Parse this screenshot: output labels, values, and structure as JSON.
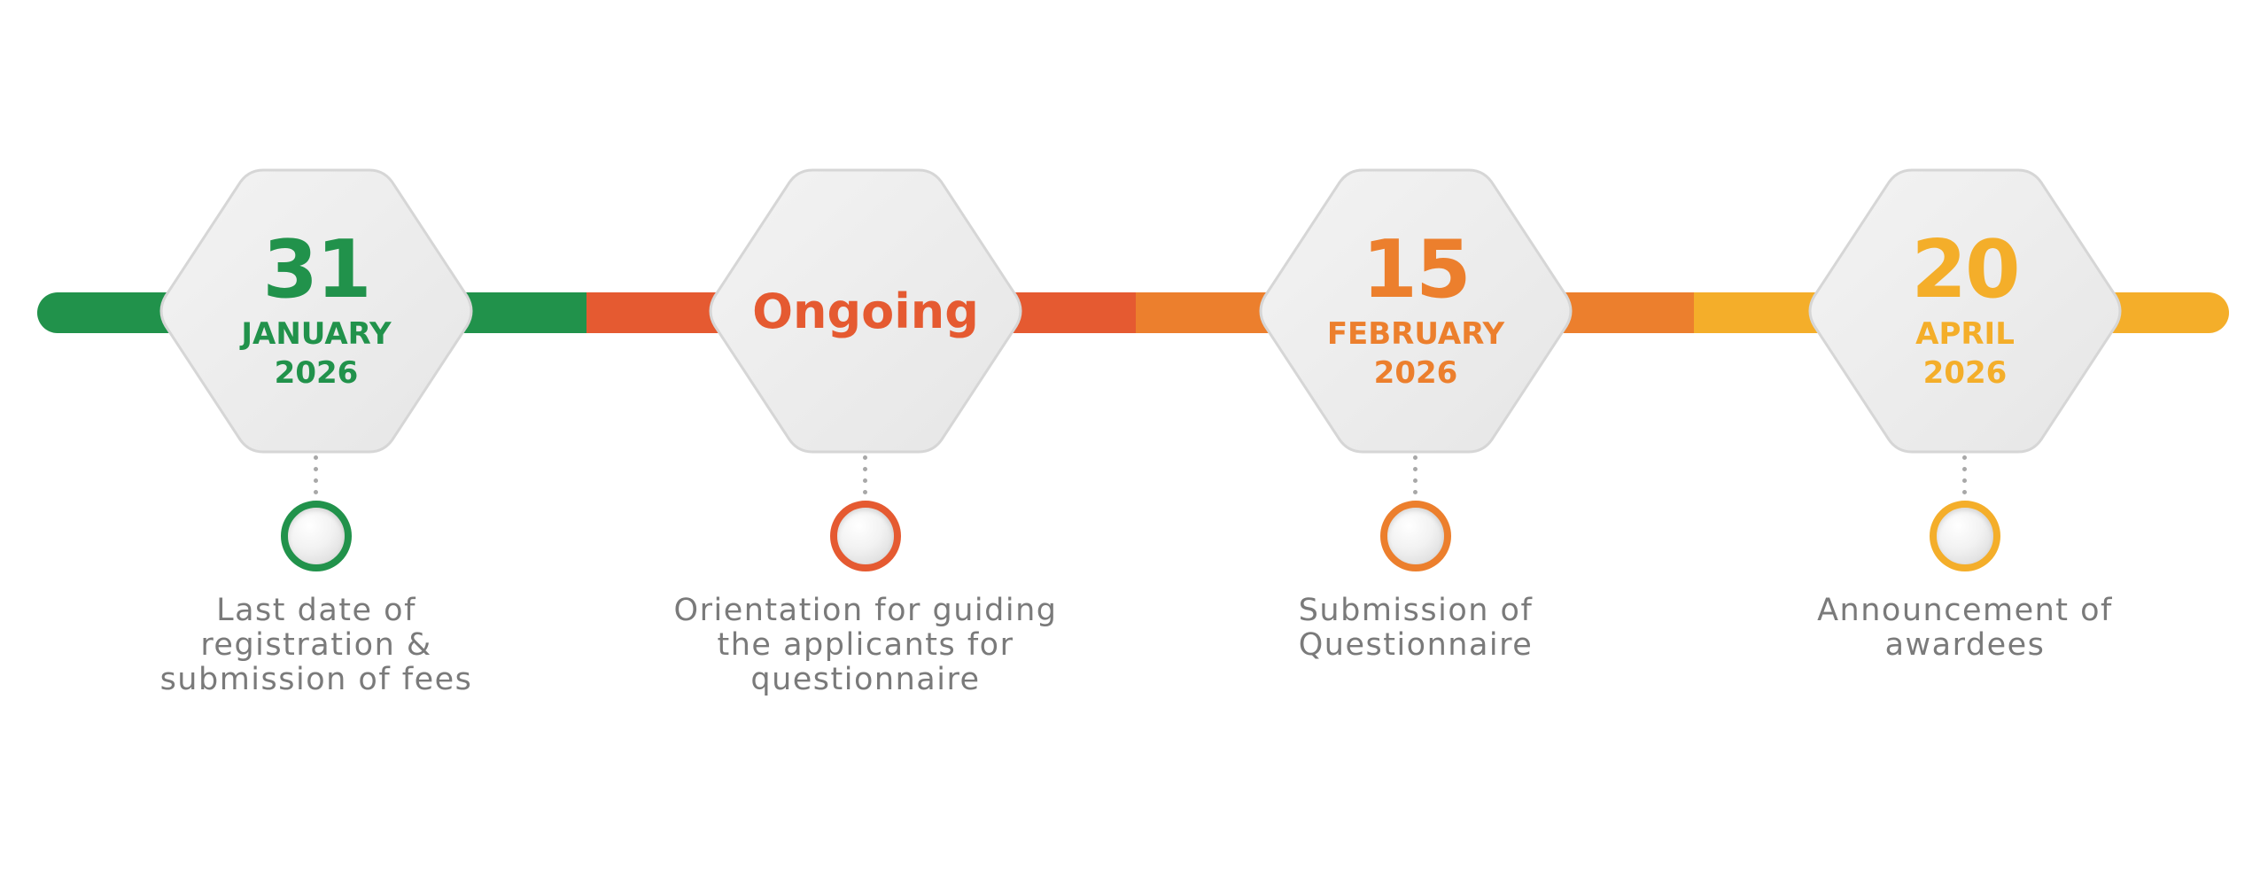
{
  "milestones": [
    {
      "day": "31",
      "month": "JANUARY",
      "year": "2026",
      "status": "",
      "caption": "Last date of\nregistration &\nsubmission of fees",
      "color": "#21924b"
    },
    {
      "day": "",
      "month": "",
      "year": "",
      "status": "Ongoing",
      "caption": "Orientation for guiding\nthe applicants for\nquestionnaire",
      "color": "#e55a31"
    },
    {
      "day": "15",
      "month": "FEBRUARY",
      "year": "2026",
      "status": "",
      "caption": "Submission of\nQuestionnaire",
      "color": "#ec7f2d"
    },
    {
      "day": "20",
      "month": "APRIL",
      "year": "2026",
      "status": "",
      "caption": "Announcement of\nawardees",
      "color": "#f4ae2a"
    }
  ],
  "colors": {
    "caption_text": "#7a7a7a",
    "hex_fill": "#ececec",
    "hex_stroke": "#d6d6d6",
    "connector_dots": "#a8a8a8"
  }
}
